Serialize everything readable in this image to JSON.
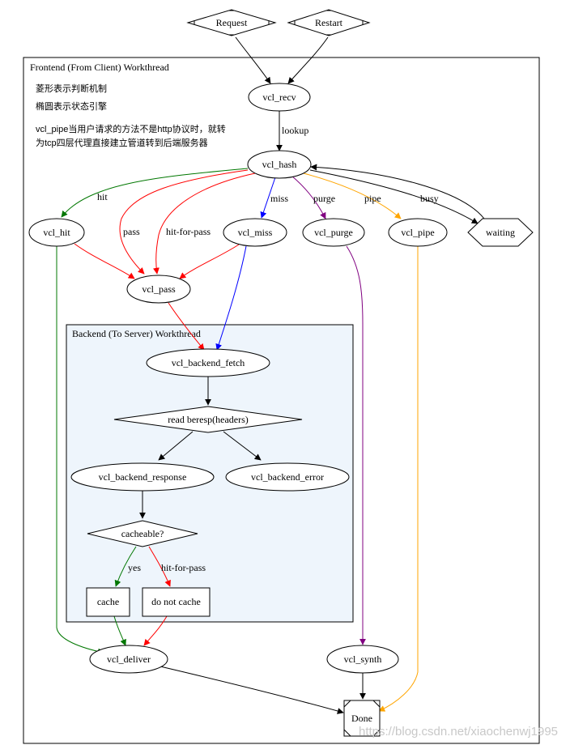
{
  "clusters": {
    "frontend": "Frontend (From Client) Workthread",
    "backend": "Backend (To Server) Workthread"
  },
  "notes": {
    "line1": "菱形表示判断机制",
    "line2": "椭圆表示状态引擎",
    "line3": "vcl_pipe当用户请求的方法不是http协议时，就转",
    "line4": "为tcp四层代理直接建立管道转到后端服务器"
  },
  "nodes": {
    "request": "Request",
    "restart": "Restart",
    "vcl_recv": "vcl_recv",
    "vcl_hash": "vcl_hash",
    "vcl_hit": "vcl_hit",
    "vcl_miss": "vcl_miss",
    "vcl_purge": "vcl_purge",
    "vcl_pipe": "vcl_pipe",
    "waiting": "waiting",
    "vcl_pass": "vcl_pass",
    "vcl_backend_fetch": "vcl_backend_fetch",
    "read_beresp": "read beresp(headers)",
    "vcl_backend_response": "vcl_backend_response",
    "vcl_backend_error": "vcl_backend_error",
    "cacheable": "cacheable?",
    "cache": "cache",
    "do_not_cache": "do not cache",
    "vcl_deliver": "vcl_deliver",
    "vcl_synth": "vcl_synth",
    "done": "Done"
  },
  "edge_labels": {
    "lookup": "lookup",
    "hit": "hit",
    "pass": "pass",
    "hit_for_pass": "hit-for-pass",
    "miss": "miss",
    "purge": "purge",
    "pipe": "pipe",
    "busy": "busy",
    "yes": "yes",
    "cacheable_hit_for_pass": "hit-for-pass"
  },
  "colors": {
    "black": "#000000",
    "green": "#007700",
    "red": "#ff0000",
    "blue": "#0000ff",
    "purple": "#800080",
    "orange": "#ffa500",
    "backend_fill": "#eef5fc"
  },
  "watermark": "https://blog.csdn.net/xiaochenwj1995"
}
